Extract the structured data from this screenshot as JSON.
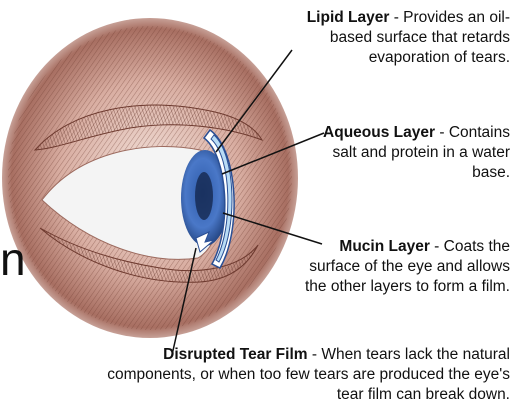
{
  "labels": {
    "lipid": {
      "title": "Lipid Layer",
      "sep": " - ",
      "text": "Provides an oil-based surface that retards evaporation of tears."
    },
    "aqueous": {
      "title": "Aqueous Layer",
      "sep": " - ",
      "text": "Contains salt and protein in a water base."
    },
    "mucin": {
      "title": "Mucin Layer",
      "sep": " - ",
      "text": "Coats the surface of the eye and allows the other layers to form a film."
    },
    "disrupted": {
      "title": "Disrupted Tear Film",
      "sep": " - ",
      "text": "When tears lack the natural components, or when too few tears are produced the eye's tear film can break down."
    }
  },
  "edge_fragment": "n",
  "colors": {
    "skin_dark": "#7a4b3c",
    "skin_mid": "#b9857a",
    "skin_light": "#ead2c9",
    "iris": "#4a78c8",
    "iris_dark": "#2a4f95",
    "tear_film": "#e3f1fb",
    "leader_line": "#111111"
  }
}
